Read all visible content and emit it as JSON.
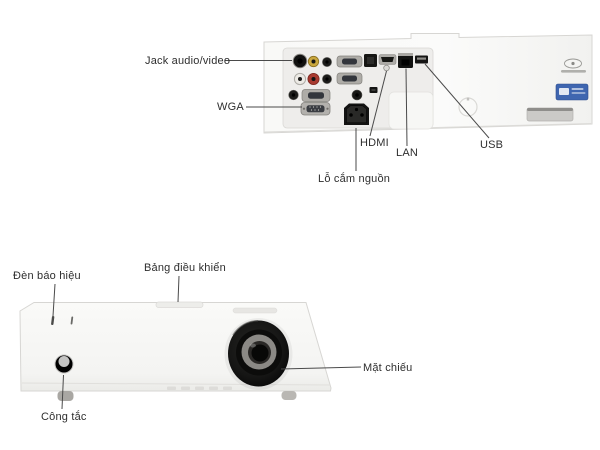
{
  "figure": {
    "type": "product-diagram",
    "subject": "projector-front-and-rear-views",
    "background": "#ffffff"
  },
  "back_view": {
    "callouts": [
      {
        "id": "jack_av",
        "label": "Jack audio/video"
      },
      {
        "id": "wga",
        "label": "WGA"
      },
      {
        "id": "hdmi",
        "label": "HDMI"
      },
      {
        "id": "lan",
        "label": "LAN"
      },
      {
        "id": "usb",
        "label": "USB"
      },
      {
        "id": "power_inlet",
        "label": "Lỗ cắm nguồn"
      }
    ],
    "icons": [
      "crestron-logo",
      "spec-sticker"
    ]
  },
  "front_view": {
    "callouts": [
      {
        "id": "indicator_light",
        "label": "Đèn báo hiệu"
      },
      {
        "id": "control_panel",
        "label": "Bảng điều khiển"
      },
      {
        "id": "lens",
        "label": "Mặt chiếu"
      },
      {
        "id": "power_switch",
        "label": "Công tắc"
      }
    ]
  },
  "colors": {
    "body": "#f7f7f5",
    "panel_recess": "#eeedeb",
    "port_black": "#161614",
    "rca_yellow": "#c9a73e",
    "rca_red": "#a83a30",
    "rca_white": "#eceae5",
    "vga_gray": "#aeaca7",
    "sticker_blue": "#3f66b0",
    "label_text": "#2e2e2e",
    "callout_line": "#4a4a4a"
  }
}
